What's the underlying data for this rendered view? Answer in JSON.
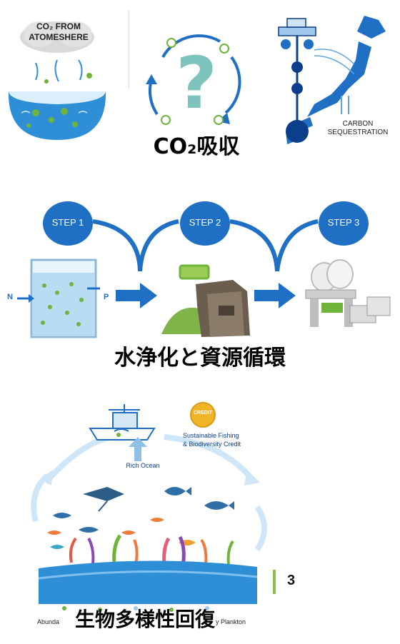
{
  "section1": {
    "atmosphere_label_line1": "CO₂ FROM",
    "atmosphere_label_line2": "ATOMESHERE",
    "carbon_label_line1": "CARBON",
    "carbon_label_line2": "SEQUESTRATION",
    "caption": "CO₂吸収",
    "question_mark": "?"
  },
  "section2": {
    "step1": "STEP 1",
    "step2": "STEP 2",
    "step3": "STEP 3",
    "n_label": "N",
    "p_label": "P",
    "caption": "水浄化と資源循環"
  },
  "section3": {
    "credit_badge": "CREDIT",
    "credit_label_line1": "Sustainable Fishing",
    "credit_label_line2": "& Biodiversity Credit",
    "rich_ocean": "Rich Ocean",
    "bottom_left": "Abunda",
    "bottom_right": "y Plankton",
    "caption": "生物多様性回復"
  },
  "page_number": "3",
  "colors": {
    "blue": "#1f6fc5",
    "dark_blue": "#0b3f8c",
    "water": "#2f8fd6",
    "algae": "#6fb43a",
    "accent_bar": "#8cc04b"
  }
}
